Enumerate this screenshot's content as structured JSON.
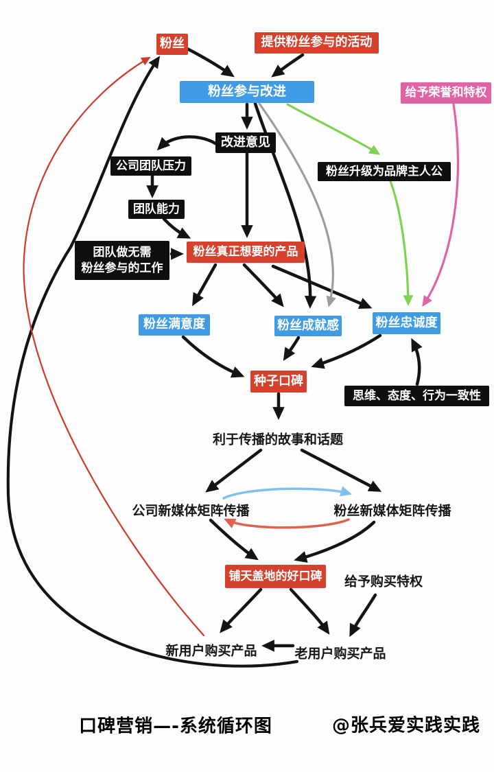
{
  "diagram": {
    "caption": {
      "title": "口碑营销—-系统循环图",
      "author": "@张兵爱实践实践"
    },
    "nodes": {
      "fans": {
        "label": "粉丝",
        "style": "red"
      },
      "activity": {
        "label": "提供粉丝参与的活动",
        "style": "red"
      },
      "participate": {
        "label": "粉丝参与改进",
        "style": "blue"
      },
      "honor": {
        "label": "给予荣誉和特权",
        "style": "pink"
      },
      "feedback": {
        "label": "改进意见",
        "style": "black"
      },
      "pressure": {
        "label": "公司团队压力",
        "style": "black"
      },
      "ability": {
        "label": "团队能力",
        "style": "black"
      },
      "upgrade": {
        "label": "粉丝升级为品牌主人公",
        "style": "black"
      },
      "nofans_work": {
        "label": "团队做无需\n粉丝参与的工作",
        "style": "black"
      },
      "product": {
        "label": "粉丝真正想要的产品",
        "style": "red"
      },
      "satisfaction": {
        "label": "粉丝满意度",
        "style": "blue"
      },
      "achievement": {
        "label": "粉丝成就感",
        "style": "blue"
      },
      "loyalty": {
        "label": "粉丝忠诚度",
        "style": "blue"
      },
      "seed": {
        "label": "种子口碑",
        "style": "red"
      },
      "consistency": {
        "label": "思维、态度、行为一致性",
        "style": "black"
      },
      "wom": {
        "label": "铺天盖地的好口碑",
        "style": "red"
      },
      "story": {
        "label": "利于传播的故事和话题",
        "style": "plain"
      },
      "company_media": {
        "label": "公司新媒体矩阵传播",
        "style": "plain"
      },
      "fans_media": {
        "label": "粉丝新媒体矩阵传播",
        "style": "plain"
      },
      "buy_privilege": {
        "label": "给予购买特权",
        "style": "plain"
      },
      "new_users": {
        "label": "新用户购买产品",
        "style": "plain"
      },
      "old_users": {
        "label": "老用户购买产品",
        "style": "plain"
      }
    },
    "edges": [
      {
        "from": "fans",
        "to": "participate",
        "color": "black"
      },
      {
        "from": "activity",
        "to": "participate",
        "color": "black"
      },
      {
        "from": "participate",
        "to": "feedback",
        "color": "black"
      },
      {
        "from": "feedback",
        "to": "pressure",
        "color": "black"
      },
      {
        "from": "pressure",
        "to": "ability",
        "color": "black"
      },
      {
        "from": "ability",
        "to": "product",
        "color": "black"
      },
      {
        "from": "nofans_work",
        "to": "product",
        "color": "black"
      },
      {
        "from": "feedback",
        "to": "product",
        "color": "black"
      },
      {
        "from": "participate",
        "to": "achievement",
        "color": "black"
      },
      {
        "from": "participate",
        "to": "achievement",
        "color": "gray"
      },
      {
        "from": "participate",
        "to": "upgrade",
        "color": "green"
      },
      {
        "from": "upgrade",
        "to": "loyalty",
        "color": "green"
      },
      {
        "from": "honor",
        "to": "loyalty",
        "color": "pink"
      },
      {
        "from": "product",
        "to": "satisfaction",
        "color": "black"
      },
      {
        "from": "product",
        "to": "achievement",
        "color": "black"
      },
      {
        "from": "product",
        "to": "loyalty",
        "color": "black"
      },
      {
        "from": "satisfaction",
        "to": "seed",
        "color": "black"
      },
      {
        "from": "achievement",
        "to": "seed",
        "color": "black"
      },
      {
        "from": "loyalty",
        "to": "seed",
        "color": "black"
      },
      {
        "from": "consistency",
        "to": "loyalty",
        "color": "black"
      },
      {
        "from": "seed",
        "to": "story",
        "color": "black"
      },
      {
        "from": "story",
        "to": "company_media",
        "color": "black"
      },
      {
        "from": "story",
        "to": "fans_media",
        "color": "black"
      },
      {
        "from": "company_media",
        "to": "fans_media",
        "color": "lightblue"
      },
      {
        "from": "fans_media",
        "to": "company_media",
        "color": "salmon"
      },
      {
        "from": "company_media",
        "to": "wom",
        "color": "black"
      },
      {
        "from": "fans_media",
        "to": "wom",
        "color": "black"
      },
      {
        "from": "wom",
        "to": "new_users",
        "color": "black"
      },
      {
        "from": "wom",
        "to": "old_users",
        "color": "black"
      },
      {
        "from": "buy_privilege",
        "to": "old_users",
        "color": "black"
      },
      {
        "from": "old_users",
        "to": "new_users",
        "color": "black"
      },
      {
        "from": "old_users",
        "to": "fans",
        "color": "black"
      },
      {
        "from": "new_users",
        "to": "fans",
        "color": "red"
      }
    ],
    "colors": {
      "red_box": "#d5412d",
      "blue_box": "#3f9be3",
      "black_box": "#0f0f0f",
      "pink_box": "#e063a3",
      "arrow_black": "#141414",
      "arrow_gray": "#9d9d9d",
      "arrow_green": "#7ed24f",
      "arrow_pink": "#e063a3",
      "arrow_lightblue": "#7fc0ec",
      "arrow_salmon": "#e0614c",
      "arrow_red": "#cc3a28"
    }
  }
}
